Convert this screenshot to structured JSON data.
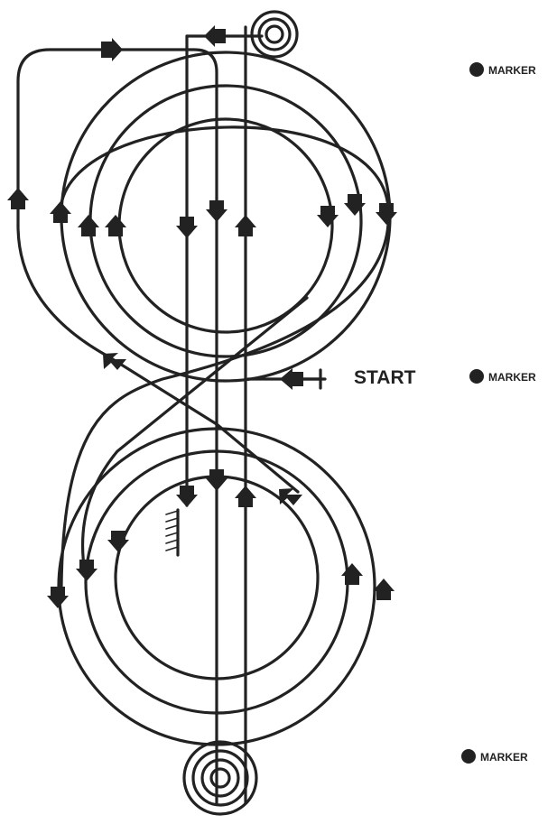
{
  "start": {
    "label": "START"
  },
  "markers": [
    {
      "label": "MARKER"
    },
    {
      "label": "MARKER"
    },
    {
      "label": "MARKER"
    }
  ],
  "colors": {
    "ink": "#222222",
    "background": "#ffffff"
  }
}
